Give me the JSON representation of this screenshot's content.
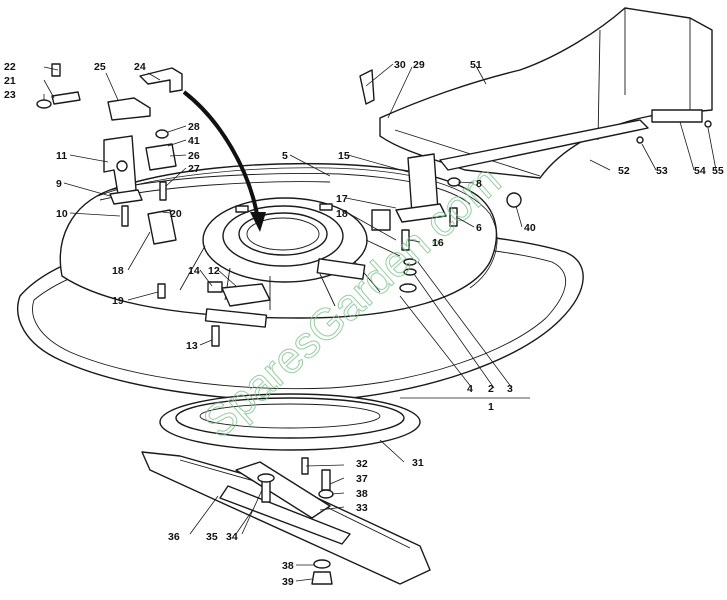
{
  "watermark": "SparesGarden.com",
  "callouts": {
    "c22": "22",
    "c21": "21",
    "c23": "23",
    "c25": "25",
    "c24": "24",
    "c28": "28",
    "c41": "41",
    "c26": "26",
    "c27": "27",
    "c11": "11",
    "c9": "9",
    "c10": "10",
    "c20": "20",
    "c18a": "18",
    "c14": "14",
    "c12": "12",
    "c19": "19",
    "c13": "13",
    "c5": "5",
    "c15": "15",
    "c17": "17",
    "c18b": "18",
    "c16": "16",
    "c8": "8",
    "c6": "6",
    "c40": "40",
    "c30": "30",
    "c29": "29",
    "c51": "51",
    "c52": "52",
    "c53": "53",
    "c54": "54",
    "c55": "55",
    "c4": "4",
    "c2": "2",
    "c3": "3",
    "c1": "1",
    "c31": "31",
    "c32": "32",
    "c37": "37",
    "c38a": "38",
    "c33": "33",
    "c36": "36",
    "c35": "35",
    "c34": "34",
    "c38b": "38",
    "c39": "39"
  }
}
